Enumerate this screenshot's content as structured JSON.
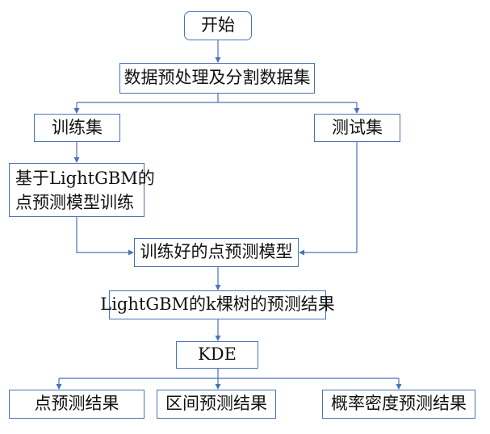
{
  "nodes": {
    "start": "开始",
    "preprocess": "数据预处理及分割数据集",
    "train_set": "训练集",
    "test_set": "测试集",
    "model_train_line1": "基于LightGBM的",
    "model_train_line2": "点预测模型训练",
    "trained_model": "训练好的点预测模型",
    "tree_predictions": "LightGBM的k棵树的预测结果",
    "kde": "KDE",
    "point_result": "点预测结果",
    "interval_result": "区间预测结果",
    "density_result": "概率密度预测结果"
  },
  "colors": {
    "border": "#4a72b8",
    "arrow": "#4a72b8",
    "text": "#111111"
  }
}
